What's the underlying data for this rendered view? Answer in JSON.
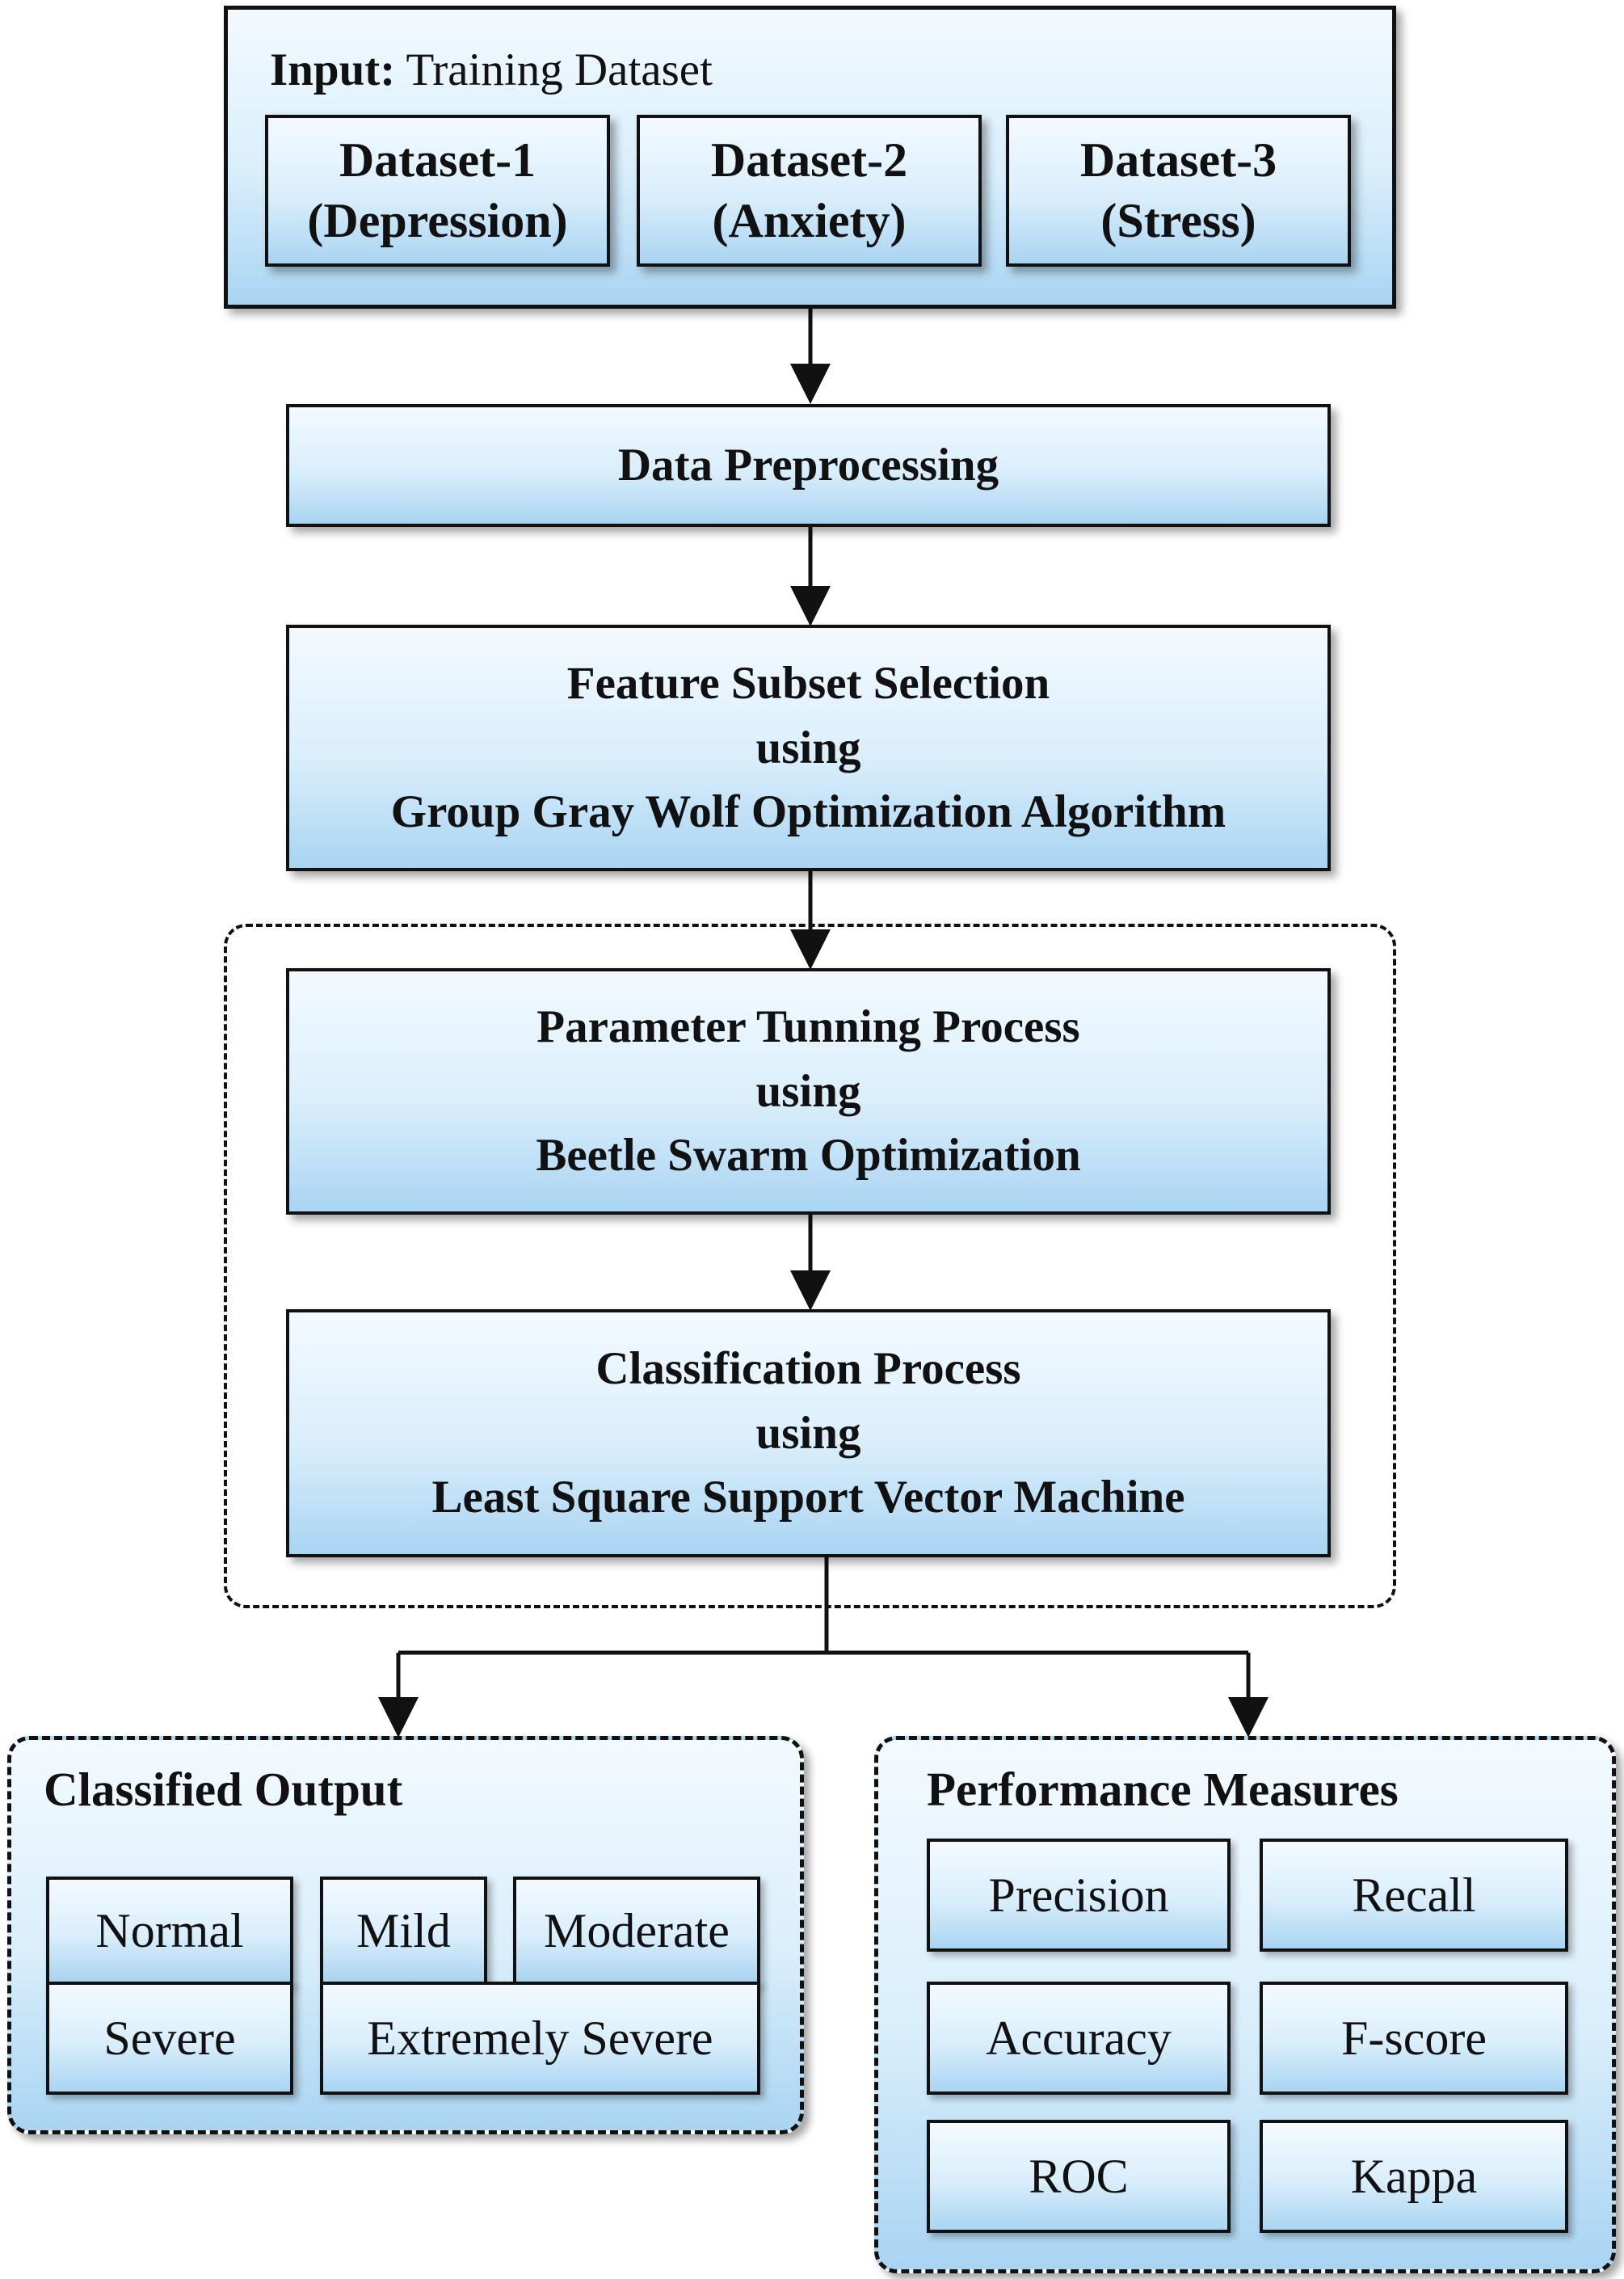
{
  "input": {
    "label_bold": "Input:",
    "label_rest": "Training Dataset",
    "datasets": [
      {
        "line1": "Dataset-1",
        "line2": "(Depression)"
      },
      {
        "line1": "Dataset-2",
        "line2": "(Anxiety)"
      },
      {
        "line1": "Dataset-3",
        "line2": "(Stress)"
      }
    ]
  },
  "preprocessing": {
    "label": "Data Preprocessing"
  },
  "feature_selection": {
    "line1": "Feature Subset Selection",
    "line2": "using",
    "line3": "Group Gray Wolf Optimization Algorithm"
  },
  "parameter_tuning": {
    "line1": "Parameter Tunning Process",
    "line2": "using",
    "line3": "Beetle Swarm Optimization"
  },
  "classification": {
    "line1": "Classification Process",
    "line2": "using",
    "line3": "Least Square Support Vector Machine"
  },
  "classified_output": {
    "title": "Classified Output",
    "items": [
      "Normal",
      "Mild",
      "Moderate",
      "Severe",
      "Extremely Severe"
    ]
  },
  "performance_measures": {
    "title": "Performance Measures",
    "items": [
      "Precision",
      "Recall",
      "Accuracy",
      "F-score",
      "ROC",
      "Kappa"
    ]
  }
}
